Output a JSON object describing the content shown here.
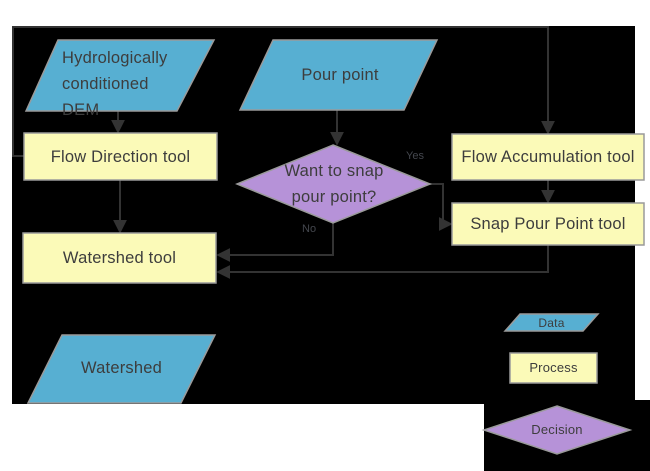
{
  "diagram": {
    "nodes": {
      "dem": "Hydrologically conditioned DEM",
      "pour_point": "Pour point",
      "flow_direction": "Flow Direction tool",
      "snap_decision": "Want to snap pour point?",
      "flow_accumulation": "Flow Accumulation tool",
      "snap_pour_point": "Snap Pour Point tool",
      "watershed_tool": "Watershed tool",
      "watershed": "Watershed"
    },
    "branch_labels": {
      "yes": "Yes",
      "no": "No"
    },
    "legend": {
      "data": "Data",
      "process": "Process",
      "decision": "Decision"
    },
    "colors": {
      "data_fill": "#57AFD2",
      "process_fill": "#FBFAB8",
      "decision_fill": "#B692D8",
      "shape_border": "#9A9A9A",
      "connector": "#333333",
      "node_text": "#3D3D3D",
      "branch_text": "#44474E",
      "canvas_bg": "#000000",
      "page_bg": "#FFFFFF"
    }
  }
}
